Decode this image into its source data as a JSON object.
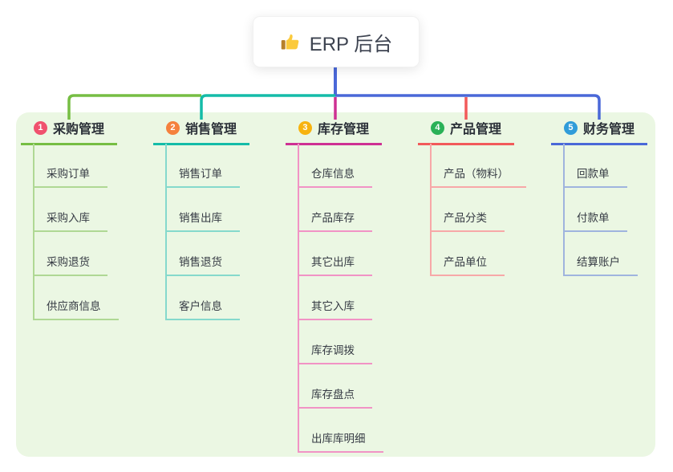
{
  "root": {
    "title": "ERP 后台",
    "icon": "thumbs-up-icon"
  },
  "branches": [
    {
      "num": "1",
      "label": "采购管理",
      "colors": {
        "badge": "#F0516E",
        "line": "#76BE43",
        "child_line": "#AFD894"
      },
      "children": [
        "采购订单",
        "采购入库",
        "采购退货",
        "供应商信息"
      ]
    },
    {
      "num": "2",
      "label": "销售管理",
      "colors": {
        "badge": "#F5813D",
        "line": "#14BCA8",
        "child_line": "#85D9CC"
      },
      "children": [
        "销售订单",
        "销售出库",
        "销售退货",
        "客户信息"
      ]
    },
    {
      "num": "3",
      "label": "库存管理",
      "colors": {
        "badge": "#F7B30F",
        "line": "#CE3093",
        "child_line": "#F193C5"
      },
      "children": [
        "仓库信息",
        "产品库存",
        "其它出库",
        "其它入库",
        "库存调拨",
        "库存盘点",
        "出库库明细"
      ]
    },
    {
      "num": "4",
      "label": "产品管理",
      "colors": {
        "badge": "#2AB157",
        "line": "#F25A5A",
        "child_line": "#F7A8A8"
      },
      "children": [
        "产品（物料）",
        "产品分类",
        "产品单位"
      ]
    },
    {
      "num": "5",
      "label": "财务管理",
      "colors": {
        "badge": "#309CD9",
        "line": "#4A68D8",
        "child_line": "#9FB4DE"
      },
      "children": [
        "回款单",
        "付款单",
        "结算账户"
      ]
    }
  ],
  "colors": {
    "panel_background": "#EBF7E3",
    "root_connector": "#4A68D8",
    "root_text": "#3D4350",
    "label_text": "#2B3038",
    "child_text": "#363B44",
    "thumb_hand": "#FBCA3C",
    "thumb_cuff": "#B7802B"
  }
}
